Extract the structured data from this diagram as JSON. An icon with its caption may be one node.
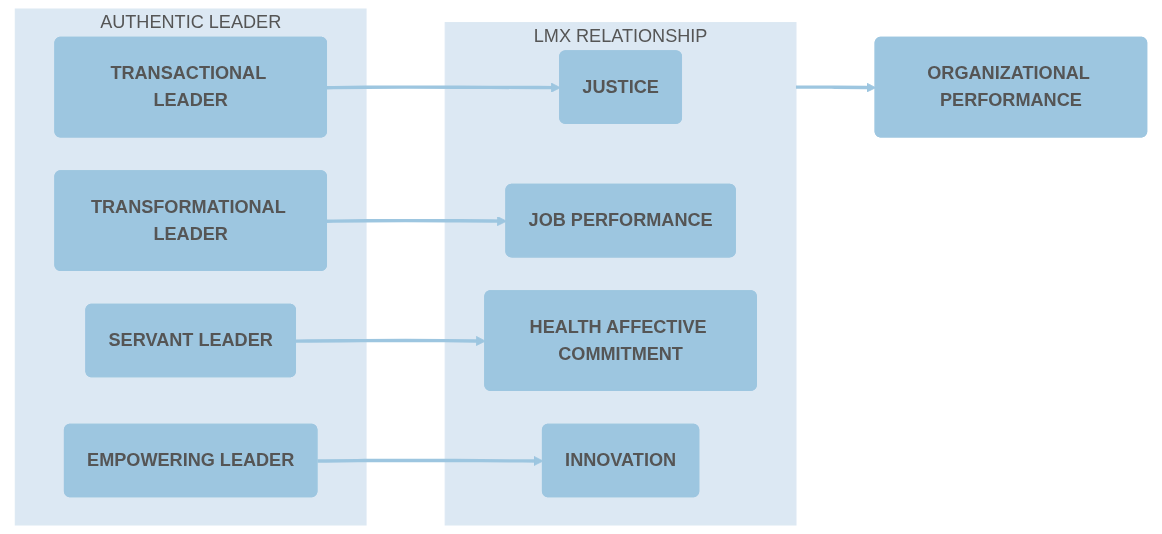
{
  "diagram": {
    "nodes": [
      {
        "text": [
          "AUTHENTIC LEADER"
        ]
      },
      {
        "text": [
          "TRANSACTIONAL LEADER"
        ],
        "in": 0
      },
      {
        "text": [
          "TRANSFORMATIONAL LEADER"
        ],
        "in": 0
      },
      {
        "text": [
          "SERVANT LEADER"
        ],
        "in": 0
      },
      {
        "text": [
          "EMPOWERING LEADER"
        ],
        "in": 0
      },
      {
        "text": [
          "LMX RELATIONSHIP"
        ]
      },
      {
        "text": [
          "JUSTICE"
        ],
        "in": 5
      },
      {
        "text": [
          "JOB PERFORMANCE"
        ],
        "in": 5
      },
      {
        "text": [
          "HEALTH AFFECTIVE COMMITMENT"
        ],
        "in": 5
      },
      {
        "text": [
          "INNOVATION"
        ],
        "in": 5
      },
      {
        "text": [
          "ORGANIZATIONAL PERFORMANCE"
        ]
      }
    ],
    "edges": [
      {
        "from": 1,
        "to": 6,
        "arrow": "to"
      },
      {
        "from": 2,
        "to": 7,
        "arrow": "to"
      },
      {
        "from": 3,
        "to": 8,
        "arrow": "to"
      },
      {
        "from": 4,
        "to": 9,
        "arrow": "to"
      },
      {
        "from": 5,
        "to": 10,
        "arrow": "to"
      }
    ]
  }
}
